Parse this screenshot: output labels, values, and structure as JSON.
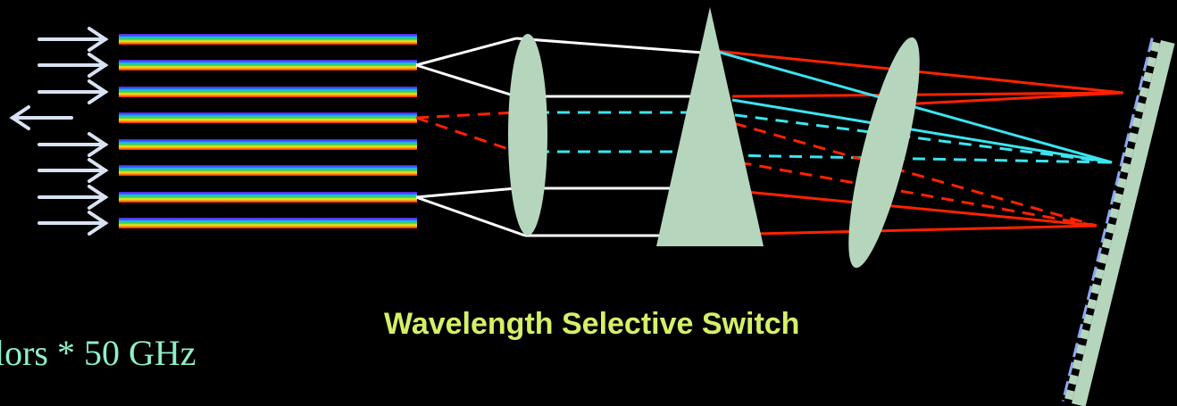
{
  "title": "Wavelength Selective Switch",
  "subtitle": "lors * 50 GHz",
  "colors": {
    "background": "#000000",
    "title": "#d4f068",
    "subtitle": "#8ff0c8",
    "optic_fill": "#b5d6bd",
    "ray_white": "#ffffff",
    "ray_red": "#ff2200",
    "ray_cyan": "#3ce4f0",
    "arrow": "#d8e2f2",
    "mirror_edge": "#8fa8f0",
    "rainbow": [
      "#6a1bd6",
      "#2a5cff",
      "#21c4e0",
      "#3ccf3c",
      "#f2e81a",
      "#ff8c10",
      "#ff1a1a"
    ]
  },
  "components": {
    "inputs": "arrow-icon",
    "fibers": "fiber-array",
    "lens1": "collimating-lens",
    "prism": "dispersive-prism",
    "lens2": "focusing-lens",
    "mirror": "micromirror-array"
  }
}
